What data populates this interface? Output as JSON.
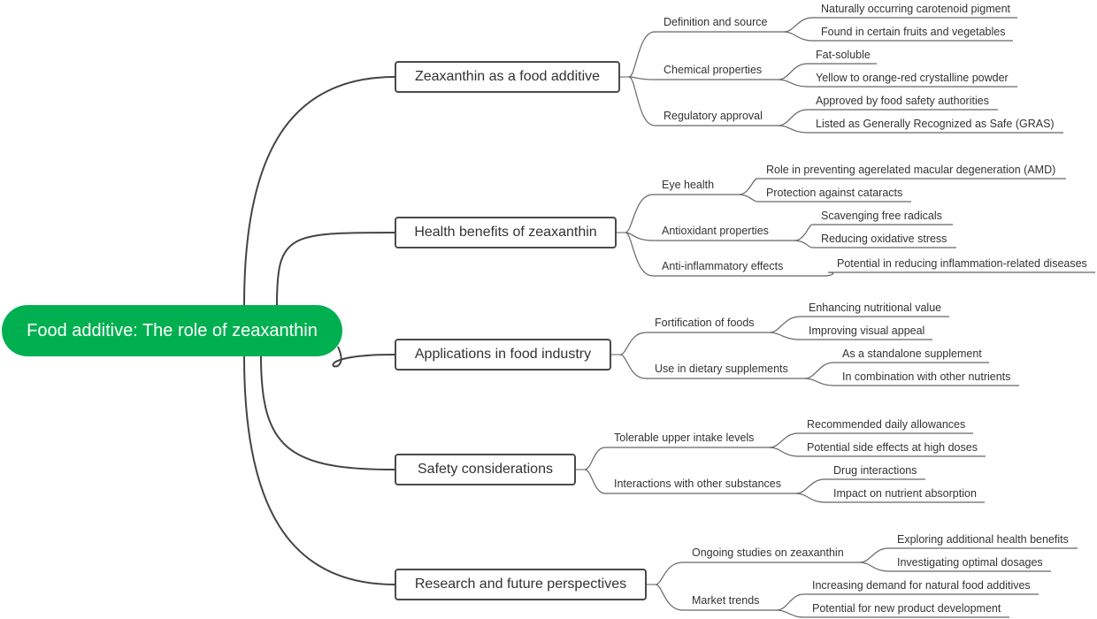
{
  "root": {
    "label": "Food additive: The role of zeaxanthin",
    "color": "#00b050"
  },
  "branches": [
    {
      "label": "Zeaxanthin as a food additive",
      "children": [
        {
          "label": "Definition and source",
          "children": [
            "Naturally occurring carotenoid pigment",
            "Found in certain fruits and vegetables"
          ]
        },
        {
          "label": "Chemical properties",
          "children": [
            "Fat-soluble",
            "Yellow to orange-red crystalline powder"
          ]
        },
        {
          "label": "Regulatory approval",
          "children": [
            "Approved by food safety authorities",
            "Listed as Generally Recognized as Safe (GRAS)"
          ]
        }
      ]
    },
    {
      "label": "Health benefits of zeaxanthin",
      "children": [
        {
          "label": "Eye health",
          "children": [
            "Role in preventing agerelated macular degeneration (AMD)",
            "Protection against cataracts"
          ]
        },
        {
          "label": "Antioxidant properties",
          "children": [
            "Scavenging free radicals",
            "Reducing oxidative stress"
          ]
        },
        {
          "label": "Anti-inflammatory effects",
          "children": [
            "Potential in reducing inflammation-related diseases"
          ]
        }
      ]
    },
    {
      "label": "Applications in food industry",
      "children": [
        {
          "label": "Fortification of foods",
          "children": [
            "Enhancing nutritional value",
            "Improving visual appeal"
          ]
        },
        {
          "label": "Use in dietary supplements",
          "children": [
            "As a standalone supplement",
            "In combination with other nutrients"
          ]
        }
      ]
    },
    {
      "label": "Safety considerations",
      "children": [
        {
          "label": "Tolerable upper intake levels",
          "children": [
            "Recommended daily allowances",
            "Potential side effects at high doses"
          ]
        },
        {
          "label": "Interactions with other substances",
          "children": [
            "Drug interactions",
            "Impact on nutrient absorption"
          ]
        }
      ]
    },
    {
      "label": "Research and future perspectives",
      "children": [
        {
          "label": "Ongoing studies on zeaxanthin",
          "children": [
            "Exploring additional health benefits",
            "Investigating optimal dosages"
          ]
        },
        {
          "label": "Market trends",
          "children": [
            "Increasing demand for natural food additives",
            "Potential for new product development"
          ]
        }
      ]
    }
  ]
}
